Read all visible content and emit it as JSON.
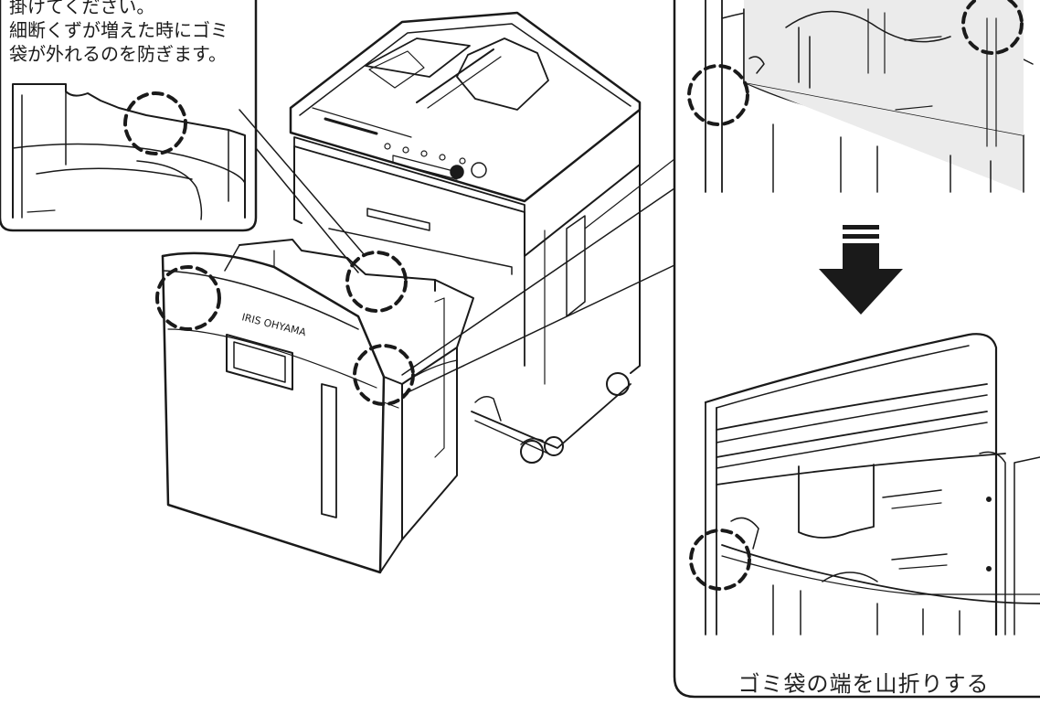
{
  "callout": {
    "lines": [
      "掛けてください。",
      "細断くずが増えた時にゴミ",
      "袋が外れるのを防ぎます。"
    ]
  },
  "machine": {
    "brand": "IRIS OHYAMA"
  },
  "caption": "ゴミ袋の端を山折りする",
  "colors": {
    "line": "#1a1a1a",
    "bag_fill": "#ebebeb",
    "background": "#ffffff"
  }
}
